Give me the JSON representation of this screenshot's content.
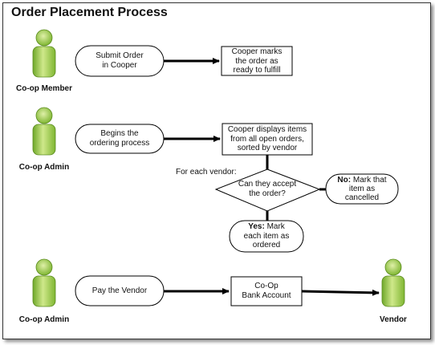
{
  "title": "Order Placement Process",
  "actors": {
    "member": "Co-op Member",
    "admin1": "Co-op Admin",
    "admin2": "Co-op Admin",
    "vendor": "Vendor"
  },
  "nodes": {
    "submit_order": [
      "Submit Order",
      "in Cooper"
    ],
    "cooper_marks": [
      "Cooper marks",
      "the order as",
      "ready to fulfill"
    ],
    "begins_ordering": [
      "Begins the",
      "ordering process"
    ],
    "cooper_displays": [
      "Cooper displays items",
      "from all open orders,",
      "sorted by vendor"
    ],
    "for_each_vendor": "For each vendor:",
    "decision": [
      "Can they accept",
      "the order?"
    ],
    "no_branch": {
      "bold": "No:",
      "rest": "Mark that",
      "lines": [
        "item as",
        "cancelled"
      ]
    },
    "yes_branch": {
      "bold": "Yes:",
      "rest": "Mark",
      "lines": [
        "each item as",
        "ordered"
      ]
    },
    "pay_vendor": "Pay the Vendor",
    "bank_account": [
      "Co-Op",
      "Bank Account"
    ]
  },
  "colors": {
    "actor_fill": "#8cc63f",
    "actor_fill_light": "#cfe88a",
    "line": "#000000"
  },
  "icons": [
    "actor-icon"
  ]
}
